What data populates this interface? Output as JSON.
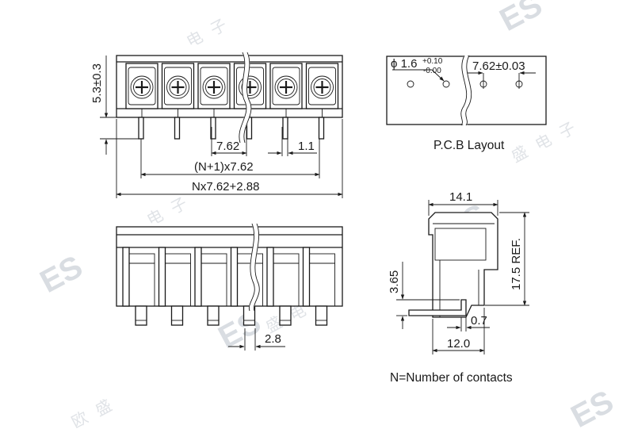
{
  "watermark": {
    "logo": "ES",
    "chars": [
      "欧",
      "盛",
      "电",
      "子"
    ]
  },
  "front_view": {
    "pole_count": 6,
    "dim_height": "5.3±0.3",
    "dim_pitch": "7.62",
    "dim_pin": "1.1",
    "dim_span": "(N+1)x7.62",
    "dim_total": "Nx7.62+2.88"
  },
  "pcb_layout": {
    "hole_dia": "ϕ 1.6",
    "hole_tol_plus": "+0.10",
    "hole_tol_minus": "-0.00",
    "pitch": "7.62±0.03",
    "caption": "P.C.B Layout"
  },
  "bottom_view": {
    "dim_pin_width": "2.8"
  },
  "side_view": {
    "dim_top": "14.1",
    "dim_height": "17.5 REF.",
    "dim_pin_len": "3.65",
    "dim_pin_th": "0.7",
    "dim_base": "12.0"
  },
  "note": "N=Number of contacts"
}
